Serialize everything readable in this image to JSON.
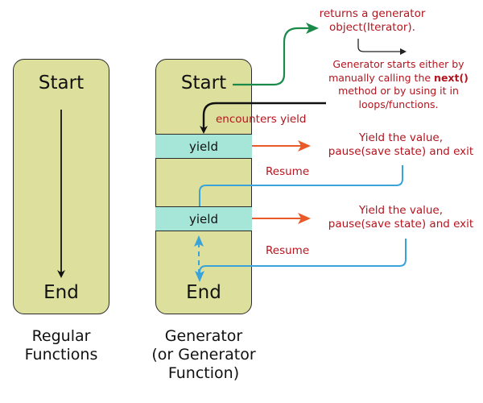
{
  "regular_function": {
    "start_label": "Start",
    "end_label": "End",
    "caption_line1": "Regular",
    "caption_line2": "Functions"
  },
  "generator_function": {
    "start_label": "Start",
    "end_label": "End",
    "yield_labels": [
      "yield",
      "yield"
    ],
    "caption_line1": "Generator",
    "caption_line2": "(or Generator",
    "caption_line3": "Function)"
  },
  "annotations": {
    "returns_line1": "returns a generator",
    "returns_line2": "object(Iterator).",
    "starts_line1": "Generator starts either by",
    "starts_line2_pre": "manually calling the ",
    "starts_line2_bold": "next()",
    "starts_line3": "method or by using it in",
    "starts_line4": "loops/functions.",
    "encounters_yield": "encounters yield",
    "yield1_line1": "Yield the value,",
    "yield1_line2": "pause(save state) and exit",
    "resume1": "Resume",
    "yield2_line1": "Yield the value,",
    "yield2_line2": "pause(save state) and exit",
    "resume2": "Resume"
  },
  "colors": {
    "box_fill": "#dddf9d",
    "yield_fill": "#a6e6d9",
    "annotation_text": "#b4141e",
    "green_arrow": "#1a8a4a",
    "orange_arrow": "#ea5a28",
    "blue_arrow": "#3aa3d8"
  }
}
